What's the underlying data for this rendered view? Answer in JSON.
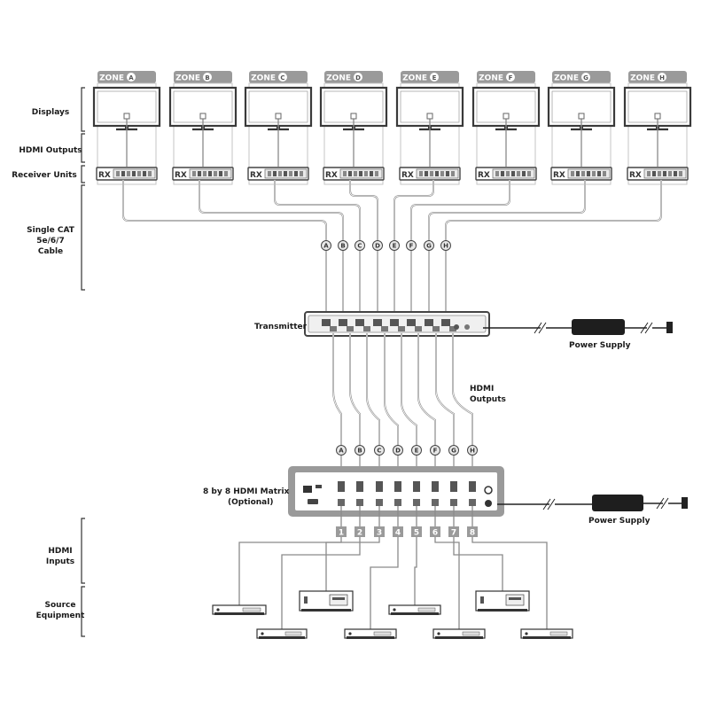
{
  "labels": {
    "displays": "Displays",
    "hdmi_outputs_row": "HDMI Outputs",
    "receiver_units": "Receiver Units",
    "cable_1": "Single CAT",
    "cable_2": "5e/6/7",
    "cable_3": "Cable",
    "transmitter": "Transmitter",
    "hdmi_outputs_mid_1": "HDMI",
    "hdmi_outputs_mid_2": "Outputs",
    "matrix_1": "8 by 8 HDMI Matrix",
    "matrix_2": "(Optional)",
    "hdmi_inputs_1": "HDMI",
    "hdmi_inputs_2": "Inputs",
    "source_1": "Source",
    "source_2": "Equipment",
    "power_supply_top": "Power Supply",
    "power_supply_bottom": "Power Supply"
  },
  "zones": [
    {
      "word": "ZONE",
      "letter": "A",
      "rx": "RX"
    },
    {
      "word": "ZONE",
      "letter": "B",
      "rx": "RX"
    },
    {
      "word": "ZONE",
      "letter": "C",
      "rx": "RX"
    },
    {
      "word": "ZONE",
      "letter": "D",
      "rx": "RX"
    },
    {
      "word": "ZONE",
      "letter": "E",
      "rx": "RX"
    },
    {
      "word": "ZONE",
      "letter": "F",
      "rx": "RX"
    },
    {
      "word": "ZONE",
      "letter": "G",
      "rx": "RX"
    },
    {
      "word": "ZONE",
      "letter": "H",
      "rx": "RX"
    }
  ],
  "matrix_inputs": [
    "1",
    "2",
    "3",
    "4",
    "5",
    "6",
    "7",
    "8"
  ],
  "colors": {
    "frame": "#4a4a4a",
    "device_gray": "#9a9a9a",
    "cable": "#8a8a8a",
    "dark": "#1e1e1e"
  }
}
